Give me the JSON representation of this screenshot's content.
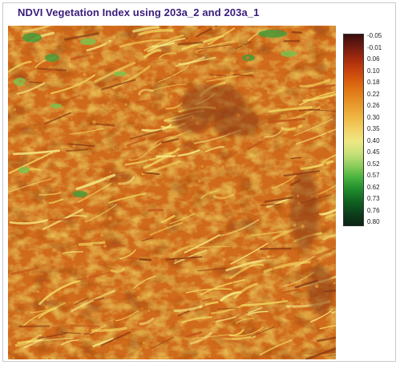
{
  "chart_data": {
    "type": "heatmap",
    "title": "NDVI Vegetation Index using 203a_2 and 203a_1",
    "xlabel": "",
    "ylabel": "",
    "colorbar": {
      "ticks": [
        "-0.05",
        "-0.01",
        "0.06",
        "0.10",
        "0.18",
        "0.22",
        "0.26",
        "0.30",
        "0.35",
        "0.40",
        "0.45",
        "0.52",
        "0.57",
        "0.62",
        "0.73",
        "0.76",
        "0.80"
      ],
      "colors": [
        "#3b0e0e",
        "#6e1a10",
        "#a32a0e",
        "#c7420f",
        "#d9610f",
        "#e2801a",
        "#e99c2d",
        "#efb845",
        "#f2d266",
        "#eee884",
        "#c6e07a",
        "#8ccd5c",
        "#48b23f",
        "#1f8a2c",
        "#116221",
        "#0c3f1b",
        "#0b2514"
      ]
    },
    "raster_colors": {
      "dark_brown": "#8a3a12",
      "rust": "#c2561a",
      "orange": "#d87424",
      "light_orange": "#e6a03c",
      "yellow": "#f2d45e",
      "pale_yellow": "#f6e884",
      "green": "#7fbf4a",
      "dark_green": "#4a9a36"
    }
  }
}
